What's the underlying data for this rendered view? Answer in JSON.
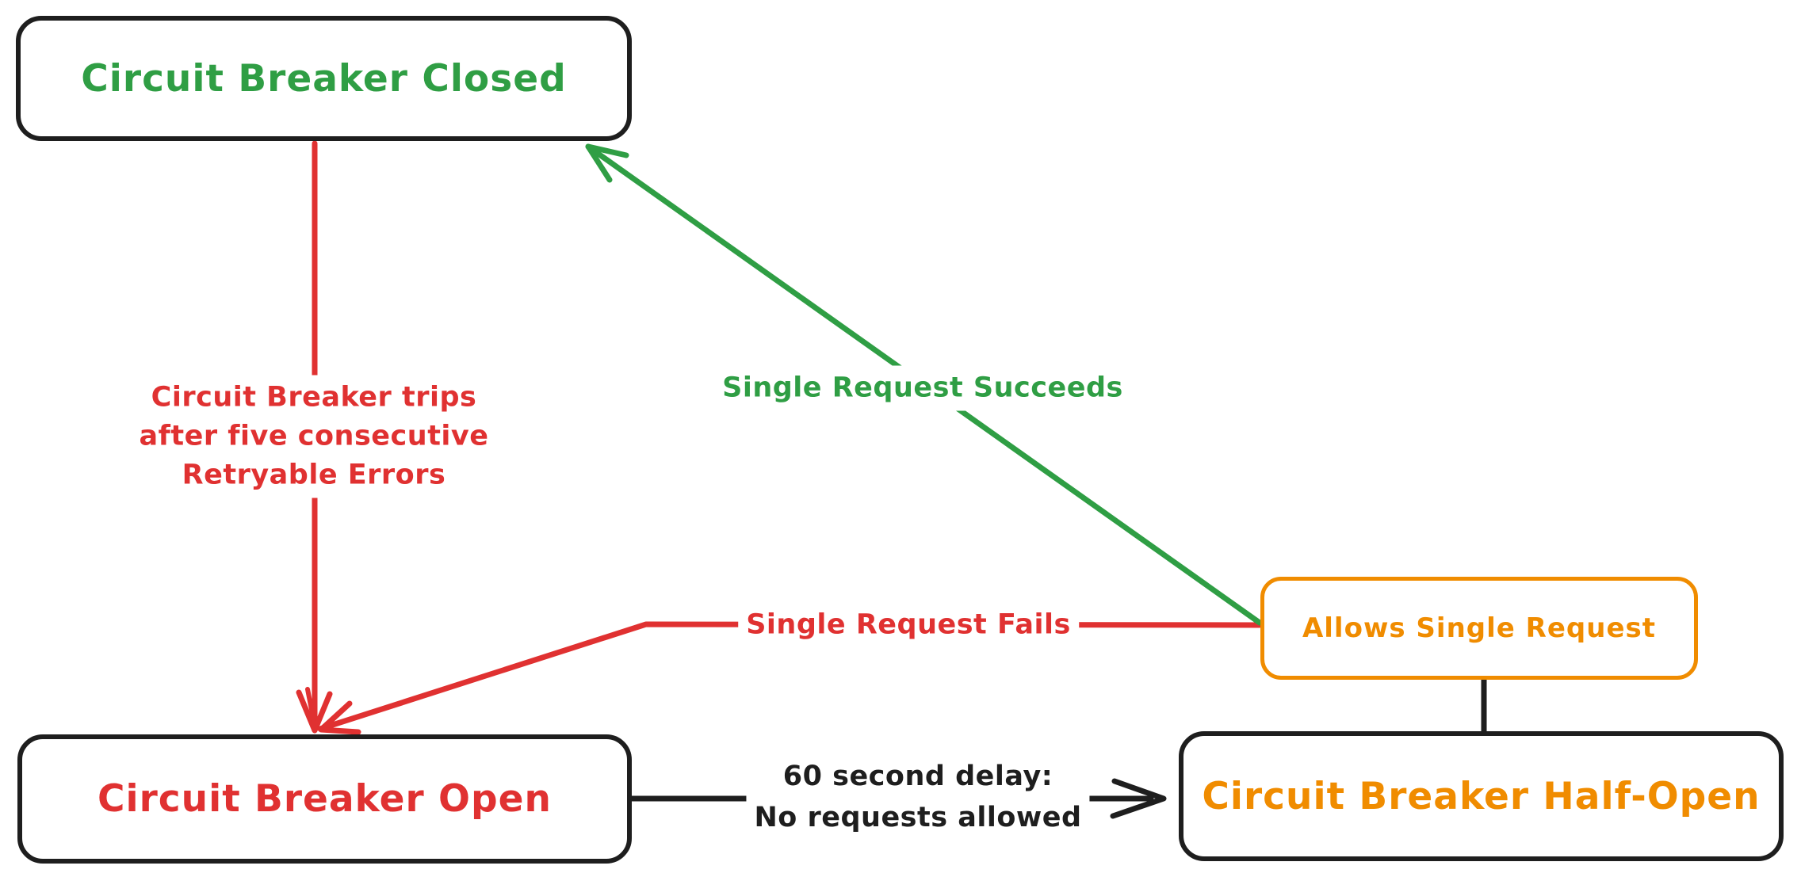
{
  "diagram": {
    "type": "state-diagram",
    "subject": "Circuit Breaker pattern",
    "background": "#ffffff",
    "stroke_color": "#1e1e1e",
    "colors": {
      "success_green": "#2f9e44",
      "failure_red": "#e03131",
      "halfopen_orange": "#f08c00",
      "neutral_black": "#1e1e1e"
    },
    "nodes": {
      "closed": {
        "label": "Circuit Breaker Closed",
        "text_color": "#2f9e44",
        "border_color": "#1e1e1e"
      },
      "open": {
        "label": "Circuit Breaker Open",
        "text_color": "#e03131",
        "border_color": "#1e1e1e"
      },
      "halfopen": {
        "label": "Circuit Breaker Half-Open",
        "text_color": "#f08c00",
        "border_color": "#1e1e1e"
      },
      "allows": {
        "label": "Allows Single Request",
        "text_color": "#f08c00",
        "border_color": "#f08c00"
      }
    },
    "edges": {
      "trips": {
        "from": "closed",
        "to": "open",
        "color": "#e03131",
        "arrowhead": "end",
        "label_lines": [
          "Circuit Breaker trips",
          "after five consecutive",
          "Retryable Errors"
        ]
      },
      "succeeds": {
        "from": "allows",
        "to": "closed",
        "color": "#2f9e44",
        "arrowhead": "end",
        "label": "Single Request Succeeds"
      },
      "fails": {
        "from": "allows",
        "to": "open",
        "color": "#e03131",
        "arrowhead": "end",
        "label": "Single Request Fails"
      },
      "delay": {
        "from": "open",
        "to": "halfopen",
        "color": "#1e1e1e",
        "arrowhead": "end",
        "label_lines": [
          "60 second delay:",
          "No requests allowed"
        ]
      },
      "allows_link": {
        "from": "allows",
        "to": "halfopen",
        "color": "#1e1e1e",
        "arrowhead": "none",
        "label": ""
      }
    }
  }
}
